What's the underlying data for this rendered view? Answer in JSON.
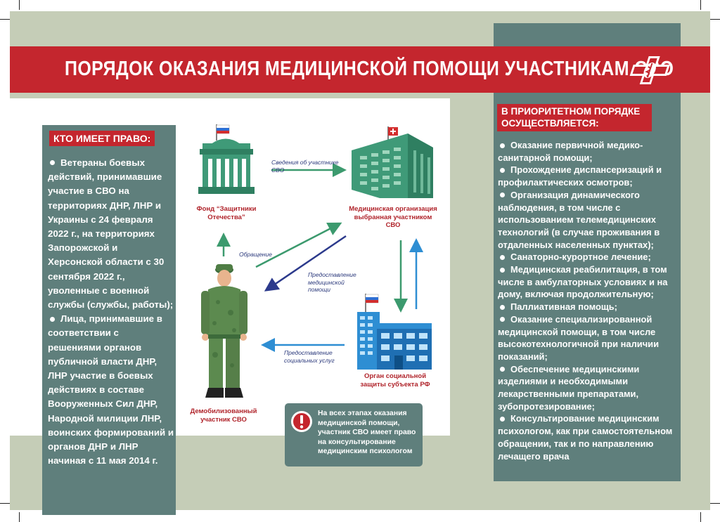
{
  "header": {
    "title": "ПОРЯДОК ОКАЗАНИЯ МЕДИЦИНСКОЙ ПОМОЩИ УЧАСТНИКАМ СВО"
  },
  "left_panel": {
    "heading": "КТО ИМЕЕТ ПРАВО:",
    "items": [
      "Ветераны боевых действий, принимавшие участие в СВО на территориях ДНР, ЛНР и Украины с 24 февраля 2022 г., на территориях Запорожской и Херсонской области с 30 сентября 2022 г., уволенные с военной службы (службы, работы);",
      "Лица, принимавшие в соответствии с решениями органов публичной власти ДНР, ЛНР участие в боевых действиях в составе Вооруженных Сил ДНР, Народной милиции ЛНР, воинских формирований и органов ДНР и ЛНР начиная с 11 мая 2014 г."
    ]
  },
  "right_panel": {
    "heading": "В ПРИОРИТЕТНОМ ПОРЯДКЕ ОСУЩЕСТВЛЯЕТСЯ:",
    "items": [
      "Оказание первичной медико-санитарной помощи;",
      "Прохождение диспансеризаций и профилактических осмотров;",
      "Организация динамического наблюдения, в том числе с использованием телемедицинских технологий (в случае проживания в отдаленных населенных пунктах);",
      "Санаторно-курортное лечение;",
      "Медицинская реабилитация, в том числе в амбулаторных условиях и на дому, включая продолжительную;",
      "Паллиативная помощь;",
      "Оказание специализированной медицинской помощи, в том числе высокотехнологичной при наличии показаний;",
      "Обеспечение медицинскими изделиями и необходимыми лекарственными препаратами, зубопротезирование;",
      "Консультирование медицинским психологом, как при самостоятельном обращении, так и по направлению лечащего врача"
    ]
  },
  "diagram": {
    "nodes": {
      "fund": "Фонд “Защитники Отечества”",
      "medical": "Медицинская организация выбранная участником СВО",
      "social": "Орган социальной защиты субъекта РФ",
      "veteran": "Демобилизованный участник СВО"
    },
    "edges": {
      "fund_to_medical": "Сведения об участнике СВО",
      "veteran_to_fund": "Обращение",
      "medical_to_veteran": "Предоставление медицинской помощи",
      "social_to_veteran": "Предоставление социальных услуг"
    },
    "note": "На всех этапах оказания медицинской помощи, участник СВО имеет право на консультирование медицинским психологом"
  },
  "colors": {
    "red": "#c4262e",
    "teal": "#5f7f7c",
    "background": "#c5cdb7",
    "building_green": "#3f9a78",
    "building_blue": "#2e8ed3",
    "arrow_green": "#3c9a6e",
    "arrow_blue": "#2c3a8c"
  },
  "icons": [
    "medical-cross-logo-icon",
    "flag-icon",
    "warning-icon"
  ]
}
